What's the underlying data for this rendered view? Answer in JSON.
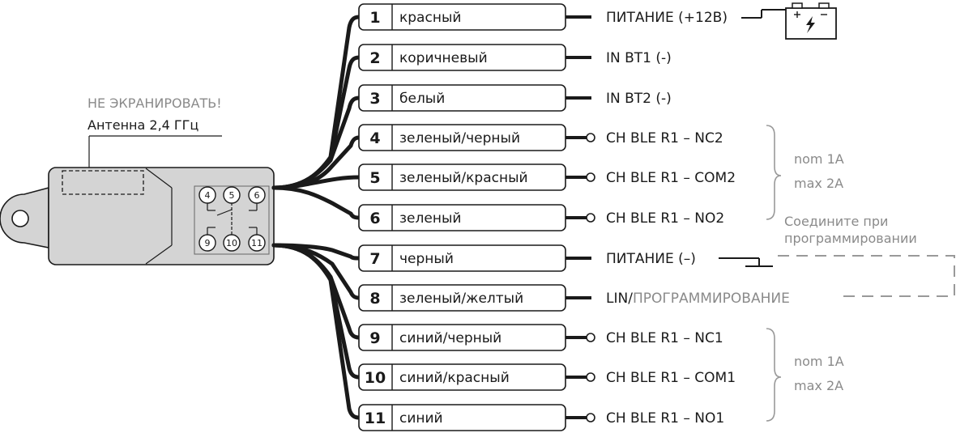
{
  "antenna": {
    "warning": "НЕ ЭКРАНИРОВАТЬ!",
    "label": "Антенна 2,4 ГГц"
  },
  "pins": [
    {
      "number": "1",
      "color": "красный",
      "signal": "ПИТАНИЕ (+12В)",
      "contact": "line"
    },
    {
      "number": "2",
      "color": "коричневый",
      "signal": "IN BT1 (-)",
      "contact": "line"
    },
    {
      "number": "3",
      "color": "белый",
      "signal": "IN BT2 (-)",
      "contact": "line"
    },
    {
      "number": "4",
      "color": "зеленый/черный",
      "signal": "CH BLE R1 – NC2",
      "contact": "circle"
    },
    {
      "number": "5",
      "color": "зеленый/красный",
      "signal": "CH BLE R1 – COM2",
      "contact": "circle"
    },
    {
      "number": "6",
      "color": "зеленый",
      "signal": "CH BLE R1 – NO2",
      "contact": "circle"
    },
    {
      "number": "7",
      "color": "черный",
      "signal": "ПИТАНИЕ (–)",
      "contact": "line"
    },
    {
      "number": "8",
      "color": "зеленый/желтый",
      "signal": "LIN/",
      "signal_gray": "ПРОГРАММИРОВАНИЕ",
      "contact": "line"
    },
    {
      "number": "9",
      "color": "синий/черный",
      "signal": "CH BLE R1 – NC1",
      "contact": "circle"
    },
    {
      "number": "10",
      "color": "синий/красный",
      "signal": "CH BLE R1 – COM1",
      "contact": "circle"
    },
    {
      "number": "11",
      "color": "синий",
      "signal": "CH BLE R1 – NO1",
      "contact": "circle"
    }
  ],
  "relay_groups": [
    {
      "nom": "nom 1A",
      "max": "max 2A"
    },
    {
      "nom": "nom 1A",
      "max": "max 2A"
    }
  ],
  "programming_note": {
    "line1": "Соедините при",
    "line2": "программировании"
  },
  "module_pins": {
    "top": [
      "4",
      "5",
      "6"
    ],
    "bottom": [
      "9",
      "10",
      "11"
    ]
  },
  "icons": {
    "battery": "battery-icon",
    "ground": "ground-icon",
    "mount_hole": "mount-hole-icon"
  },
  "colors": {
    "ink": "#1a1a1a",
    "module_fill": "#d4d4d4",
    "note_gray": "#8a8a8a",
    "dash_gray": "#999999"
  }
}
